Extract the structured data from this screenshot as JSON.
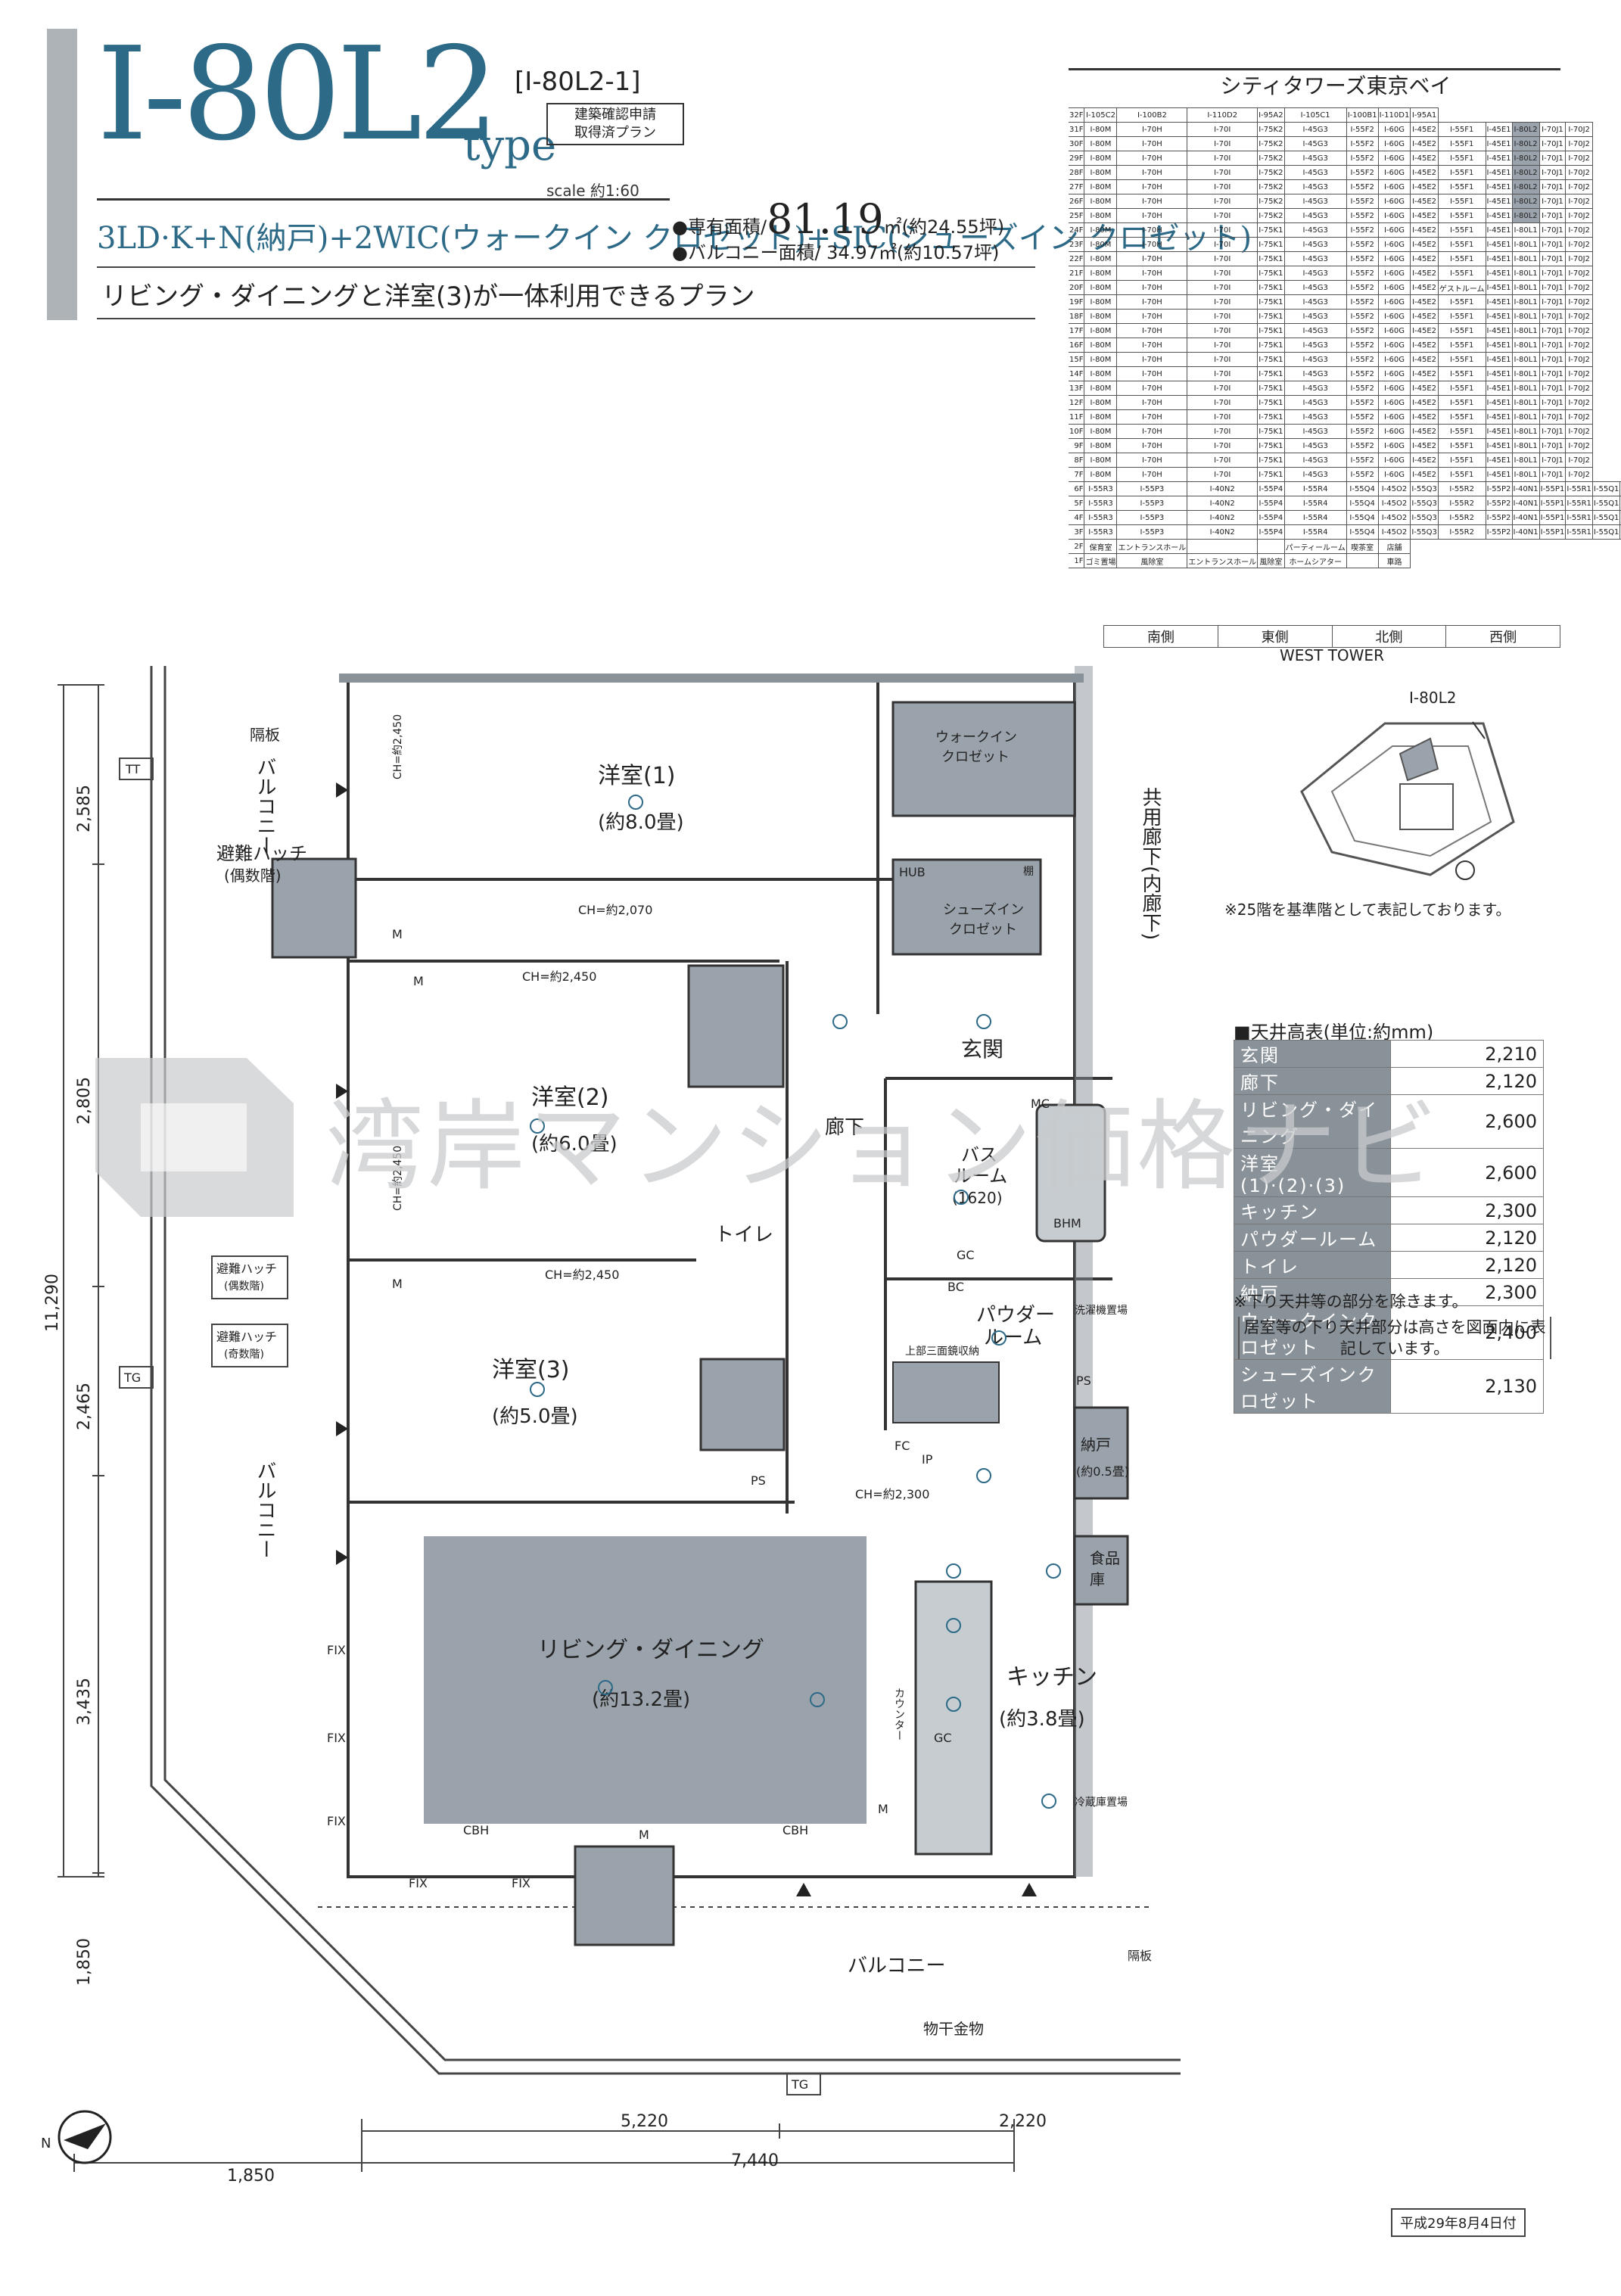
{
  "header": {
    "type_name": "I-80L2",
    "type_suffix": "type",
    "plan_code": "[I-80L2-1]",
    "permit_note": [
      "建築確認申請",
      "取得済プラン"
    ],
    "scale": "scale 約1:60",
    "layout": "3LD·K+N(納戸)+2WIC(ウォークイン クロゼット)+SIC(シューズイン クロゼット)",
    "area_private_label": "●専有面積/",
    "area_private_value": "81.19",
    "area_private_unit": "㎡(約24.55坪)",
    "area_balcony": "●バルコニー面積/ 34.97㎡(約10.57坪)",
    "tagline": "リビング・ダイニングと洋室(3)が一体利用できるプラン"
  },
  "floor_table": {
    "building": "シティタワーズ東京ベイ",
    "tower": "WEST TOWER",
    "sides": [
      "南側",
      "東側",
      "北側",
      "西側"
    ],
    "rows": [
      {
        "floor": "32F",
        "units": [
          "I-105C2",
          "I-100B2",
          "I-110D2",
          "I-95A2",
          "I-105C1",
          "I-100B1",
          "I-110D1",
          "I-95A1"
        ]
      },
      {
        "floor": "31F",
        "units": [
          "I-80M",
          "I-70H",
          "I-70I",
          "I-75K2",
          "I-45G3",
          "I-55F2",
          "I-60G",
          "I-45E2",
          "I-55F1",
          "I-45E1",
          "I-80L2",
          "I-70J1",
          "I-70J2"
        ]
      },
      {
        "floor": "30F",
        "units": [
          "I-80M",
          "I-70H",
          "I-70I",
          "I-75K2",
          "I-45G3",
          "I-55F2",
          "I-60G",
          "I-45E2",
          "I-55F1",
          "I-45E1",
          "I-80L2",
          "I-70J1",
          "I-70J2"
        ]
      },
      {
        "floor": "29F",
        "units": [
          "I-80M",
          "I-70H",
          "I-70I",
          "I-75K2",
          "I-45G3",
          "I-55F2",
          "I-60G",
          "I-45E2",
          "I-55F1",
          "I-45E1",
          "I-80L2",
          "I-70J1",
          "I-70J2"
        ]
      },
      {
        "floor": "28F",
        "units": [
          "I-80M",
          "I-70H",
          "I-70I",
          "I-75K2",
          "I-45G3",
          "I-55F2",
          "I-60G",
          "I-45E2",
          "I-55F1",
          "I-45E1",
          "I-80L2",
          "I-70J1",
          "I-70J2"
        ]
      },
      {
        "floor": "27F",
        "units": [
          "I-80M",
          "I-70H",
          "I-70I",
          "I-75K2",
          "I-45G3",
          "I-55F2",
          "I-60G",
          "I-45E2",
          "I-55F1",
          "I-45E1",
          "I-80L2",
          "I-70J1",
          "I-70J2"
        ]
      },
      {
        "floor": "26F",
        "units": [
          "I-80M",
          "I-70H",
          "I-70I",
          "I-75K2",
          "I-45G3",
          "I-55F2",
          "I-60G",
          "I-45E2",
          "I-55F1",
          "I-45E1",
          "I-80L2",
          "I-70J1",
          "I-70J2"
        ]
      },
      {
        "floor": "25F",
        "units": [
          "I-80M",
          "I-70H",
          "I-70I",
          "I-75K2",
          "I-45G3",
          "I-55F2",
          "I-60G",
          "I-45E2",
          "I-55F1",
          "I-45E1",
          "I-80L2",
          "I-70J1",
          "I-70J2"
        ]
      },
      {
        "floor": "24F",
        "units": [
          "I-80M",
          "I-70H",
          "I-70I",
          "I-75K1",
          "I-45G3",
          "I-55F2",
          "I-60G",
          "I-45E2",
          "I-55F1",
          "I-45E1",
          "I-80L1",
          "I-70J1",
          "I-70J2"
        ]
      },
      {
        "floor": "23F",
        "units": [
          "I-80M",
          "I-70H",
          "I-70I",
          "I-75K1",
          "I-45G3",
          "I-55F2",
          "I-60G",
          "I-45E2",
          "I-55F1",
          "I-45E1",
          "I-80L1",
          "I-70J1",
          "I-70J2"
        ]
      },
      {
        "floor": "22F",
        "units": [
          "I-80M",
          "I-70H",
          "I-70I",
          "I-75K1",
          "I-45G3",
          "I-55F2",
          "I-60G",
          "I-45E2",
          "I-55F1",
          "I-45E1",
          "I-80L1",
          "I-70J1",
          "I-70J2"
        ]
      },
      {
        "floor": "21F",
        "units": [
          "I-80M",
          "I-70H",
          "I-70I",
          "I-75K1",
          "I-45G3",
          "I-55F2",
          "I-60G",
          "I-45E2",
          "I-55F1",
          "I-45E1",
          "I-80L1",
          "I-70J1",
          "I-70J2"
        ]
      },
      {
        "floor": "20F",
        "units": [
          "I-80M",
          "I-70H",
          "I-70I",
          "I-75K1",
          "I-45G3",
          "I-55F2",
          "I-60G",
          "I-45E2",
          "ゲストルーム",
          "I-45E1",
          "I-80L1",
          "I-70J1",
          "I-70J2"
        ]
      },
      {
        "floor": "19F",
        "units": [
          "I-80M",
          "I-70H",
          "I-70I",
          "I-75K1",
          "I-45G3",
          "I-55F2",
          "I-60G",
          "I-45E2",
          "I-55F1",
          "I-45E1",
          "I-80L1",
          "I-70J1",
          "I-70J2"
        ]
      },
      {
        "floor": "18F",
        "units": [
          "I-80M",
          "I-70H",
          "I-70I",
          "I-75K1",
          "I-45G3",
          "I-55F2",
          "I-60G",
          "I-45E2",
          "I-55F1",
          "I-45E1",
          "I-80L1",
          "I-70J1",
          "I-70J2"
        ]
      },
      {
        "floor": "17F",
        "units": [
          "I-80M",
          "I-70H",
          "I-70I",
          "I-75K1",
          "I-45G3",
          "I-55F2",
          "I-60G",
          "I-45E2",
          "I-55F1",
          "I-45E1",
          "I-80L1",
          "I-70J1",
          "I-70J2"
        ]
      },
      {
        "floor": "16F",
        "units": [
          "I-80M",
          "I-70H",
          "I-70I",
          "I-75K1",
          "I-45G3",
          "I-55F2",
          "I-60G",
          "I-45E2",
          "I-55F1",
          "I-45E1",
          "I-80L1",
          "I-70J1",
          "I-70J2"
        ]
      },
      {
        "floor": "15F",
        "units": [
          "I-80M",
          "I-70H",
          "I-70I",
          "I-75K1",
          "I-45G3",
          "I-55F2",
          "I-60G",
          "I-45E2",
          "I-55F1",
          "I-45E1",
          "I-80L1",
          "I-70J1",
          "I-70J2"
        ]
      },
      {
        "floor": "14F",
        "units": [
          "I-80M",
          "I-70H",
          "I-70I",
          "I-75K1",
          "I-45G3",
          "I-55F2",
          "I-60G",
          "I-45E2",
          "I-55F1",
          "I-45E1",
          "I-80L1",
          "I-70J1",
          "I-70J2"
        ]
      },
      {
        "floor": "13F",
        "units": [
          "I-80M",
          "I-70H",
          "I-70I",
          "I-75K1",
          "I-45G3",
          "I-55F2",
          "I-60G",
          "I-45E2",
          "I-55F1",
          "I-45E1",
          "I-80L1",
          "I-70J1",
          "I-70J2"
        ]
      },
      {
        "floor": "12F",
        "units": [
          "I-80M",
          "I-70H",
          "I-70I",
          "I-75K1",
          "I-45G3",
          "I-55F2",
          "I-60G",
          "I-45E2",
          "I-55F1",
          "I-45E1",
          "I-80L1",
          "I-70J1",
          "I-70J2"
        ]
      },
      {
        "floor": "11F",
        "units": [
          "I-80M",
          "I-70H",
          "I-70I",
          "I-75K1",
          "I-45G3",
          "I-55F2",
          "I-60G",
          "I-45E2",
          "I-55F1",
          "I-45E1",
          "I-80L1",
          "I-70J1",
          "I-70J2"
        ]
      },
      {
        "floor": "10F",
        "units": [
          "I-80M",
          "I-70H",
          "I-70I",
          "I-75K1",
          "I-45G3",
          "I-55F2",
          "I-60G",
          "I-45E2",
          "I-55F1",
          "I-45E1",
          "I-80L1",
          "I-70J1",
          "I-70J2"
        ]
      },
      {
        "floor": "9F",
        "units": [
          "I-80M",
          "I-70H",
          "I-70I",
          "I-75K1",
          "I-45G3",
          "I-55F2",
          "I-60G",
          "I-45E2",
          "I-55F1",
          "I-45E1",
          "I-80L1",
          "I-70J1",
          "I-70J2"
        ]
      },
      {
        "floor": "8F",
        "units": [
          "I-80M",
          "I-70H",
          "I-70I",
          "I-75K1",
          "I-45G3",
          "I-55F2",
          "I-60G",
          "I-45E2",
          "I-55F1",
          "I-45E1",
          "I-80L1",
          "I-70J1",
          "I-70J2"
        ]
      },
      {
        "floor": "7F",
        "units": [
          "I-80M",
          "I-70H",
          "I-70I",
          "I-75K1",
          "I-45G3",
          "I-55F2",
          "I-60G",
          "I-45E2",
          "I-55F1",
          "I-45E1",
          "I-80L1",
          "I-70J1",
          "I-70J2"
        ]
      },
      {
        "floor": "6F",
        "units": [
          "I-55R3",
          "I-55P3",
          "I-40N2",
          "I-55P4",
          "I-55R4",
          "I-55Q4",
          "I-45O2",
          "I-55Q3",
          "I-55R2",
          "I-55P2",
          "I-40N1",
          "I-55P1",
          "I-55R1",
          "I-55Q1",
          "I-45O1",
          "I-55Q2"
        ]
      },
      {
        "floor": "5F",
        "units": [
          "I-55R3",
          "I-55P3",
          "I-40N2",
          "I-55P4",
          "I-55R4",
          "I-55Q4",
          "I-45O2",
          "I-55Q3",
          "I-55R2",
          "I-55P2",
          "I-40N1",
          "I-55P1",
          "I-55R1",
          "I-55Q1",
          "I-45O1",
          "I-55Q2"
        ]
      },
      {
        "floor": "4F",
        "units": [
          "I-55R3",
          "I-55P3",
          "I-40N2",
          "I-55P4",
          "I-55R4",
          "I-55Q4",
          "I-45O2",
          "I-55Q3",
          "I-55R2",
          "I-55P2",
          "I-40N1",
          "I-55P1",
          "I-55R1",
          "I-55Q1",
          "I-45O1",
          "I-55Q2"
        ]
      },
      {
        "floor": "3F",
        "units": [
          "I-55R3",
          "I-55P3",
          "I-40N2",
          "I-55P4",
          "I-55R4",
          "I-55Q4",
          "I-45O2",
          "I-55Q3",
          "I-55R2",
          "I-55P2",
          "I-40N1",
          "I-55P1",
          "I-55R1",
          "I-55Q1",
          "I-45O1",
          "I-55Q2"
        ]
      },
      {
        "floor": "2F",
        "units": [
          "保育室",
          "エントランスホール",
          "",
          "",
          "パーティールーム",
          "喫茶室",
          "店舗"
        ]
      },
      {
        "floor": "1F",
        "units": [
          "ゴミ置場",
          "風除室",
          "エントランスホール",
          "風除室",
          "ホームシアター",
          "",
          "車路"
        ]
      }
    ]
  },
  "key_plan": {
    "label": "I-80L2",
    "note": "※25階を基準階として表記しております。"
  },
  "ceiling": {
    "title": "■天井高表(単位:約mm)",
    "rows": [
      {
        "room": "玄関",
        "value": "2,210"
      },
      {
        "room": "廊下",
        "value": "2,120"
      },
      {
        "room": "リビング・ダイニング",
        "value": "2,600"
      },
      {
        "room": "洋室(1)·(2)·(3)",
        "value": "2,600"
      },
      {
        "room": "キッチン",
        "value": "2,300"
      },
      {
        "room": "パウダールーム",
        "value": "2,120"
      },
      {
        "room": "トイレ",
        "value": "2,120"
      },
      {
        "room": "納戸",
        "value": "2,300"
      },
      {
        "room": "ウォークインクロゼット",
        "value": "2,400"
      },
      {
        "room": "シューズインクロゼット",
        "value": "2,130"
      }
    ],
    "note1": "※下り天井等の部分を除きます。",
    "note2": "居室等の下り天井部分は高さを図面内に表記しています。"
  },
  "plan": {
    "rooms": {
      "room1": "洋室(1)",
      "room1_size": "(約8.0畳)",
      "room2": "洋室(2)",
      "room2_size": "(約6.0畳)",
      "room3": "洋室(3)",
      "room3_size": "(約5.0畳)",
      "ld": "リビング・ダイニング",
      "ld_size": "(約13.2畳)",
      "kitchen": "キッチン",
      "kitchen_size": "(約3.8畳)",
      "entrance": "玄関",
      "hall": "廊下",
      "bath1": "バス",
      "bath2": "ルーム",
      "bath3": "(1620)",
      "powder1": "パウダー",
      "powder2": "ルーム",
      "toilet": "トイレ",
      "nando": "納戸",
      "nando_size": "(約0.5畳)",
      "pantry1": "食品",
      "pantry2": "庫",
      "wic1_1": "ウォークイン",
      "wic1_2": "クロゼット",
      "sic1": "シューズイン",
      "sic2": "クロゼット",
      "balcony": "バルコニー",
      "corridor": "共用廊下(内廊下)",
      "drying": "物干金物",
      "hatch1": "避難ハッチ",
      "hatch1b": "(偶数階)",
      "hatch2": "避難ハッチ",
      "hatch2b": "(奇数階)",
      "partition": "隔板"
    },
    "ch": {
      "ch1": "CH=約2,070",
      "ch2": "CH=約2,450",
      "ch3": "CH=約2,450",
      "ch4": "CH=約2,300",
      "ch5": "CH=約2,450",
      "ch6": "CH=約2,450"
    },
    "dims": {
      "d1": "2,585",
      "d2": "2,805",
      "d3": "2,465",
      "d4": "3,435",
      "d5": "1,850",
      "d6": "11,290",
      "d7": "5,220",
      "d8": "2,220",
      "d9": "1,850",
      "d10": "7,440"
    },
    "marks": {
      "tt": "TT",
      "tg": "TG",
      "fix": "FIX",
      "cbh": "CBH",
      "bhm": "BHM",
      "ps": "PS",
      "hub": "HUB",
      "m": "M",
      "fc": "FC",
      "bc": "BC",
      "gc": "GC",
      "mc": "MC",
      "ip": "IP",
      "counter": "カウンター",
      "upper_storage": "上部三面鏡収納",
      "washer": "洗濯機置場",
      "fridge": "冷蔵庫置場",
      "shelf": "棚"
    }
  },
  "watermark": "湾岸マンション価格ナビ",
  "date_stamp": "平成29年8月4日付"
}
